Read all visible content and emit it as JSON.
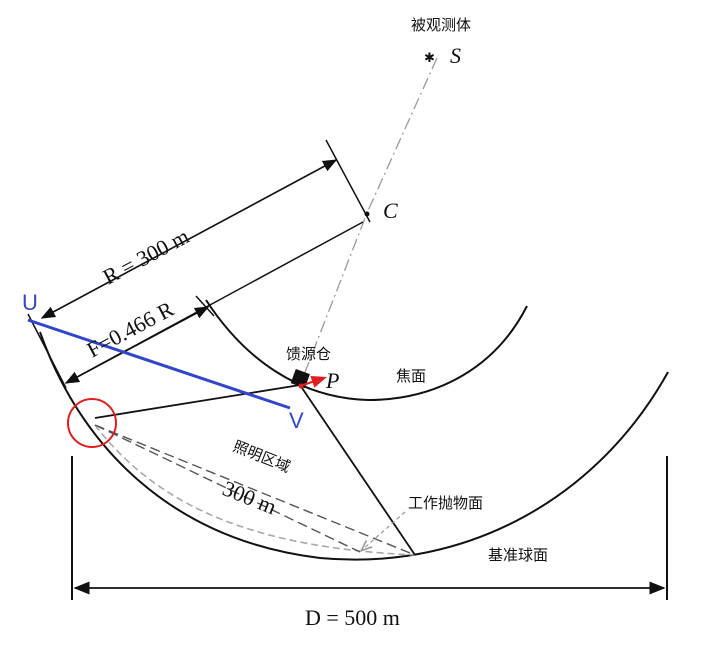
{
  "labels": {
    "observed_body": "被观测体",
    "S": "S",
    "C": "C",
    "R_dim": "R = 300 m",
    "F_dim": "F=0.466 R",
    "feed_cabin": "馈源仓",
    "P": "P",
    "focal_surface": "焦面",
    "illuminated_region": "照明区域",
    "dist_300": "300 m",
    "working_paraboloid": "工作抛物面",
    "reference_sphere": "基准球面",
    "D_dim": "D = 500 m",
    "U": "U",
    "V": "V",
    "star": "✱"
  },
  "colors": {
    "line": "#111111",
    "axis_dashdot": "#9a9a9a",
    "dashed_gray": "#a8a8a8",
    "uv_line": "#3146c8",
    "uv_text": "#3146c8",
    "circle_red": "#e02020",
    "arrow_red": "#e02020"
  }
}
